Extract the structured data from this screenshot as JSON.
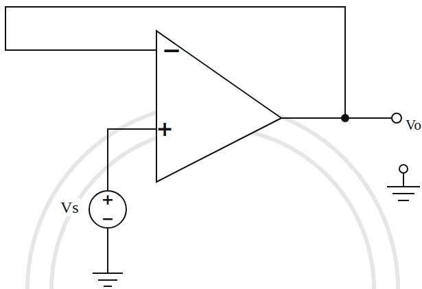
{
  "diagram": {
    "nodes": [
      {
        "text": [
          "−",
          "+"
        ]
      },
      {
        "text": [
          "+",
          "−"
        ]
      }
    ],
    "edges": [
      {
        "from": 1,
        "to": 0,
        "arrow": "none"
      }
    ],
    "labels": [
      "Vs",
      "Vo"
    ]
  }
}
